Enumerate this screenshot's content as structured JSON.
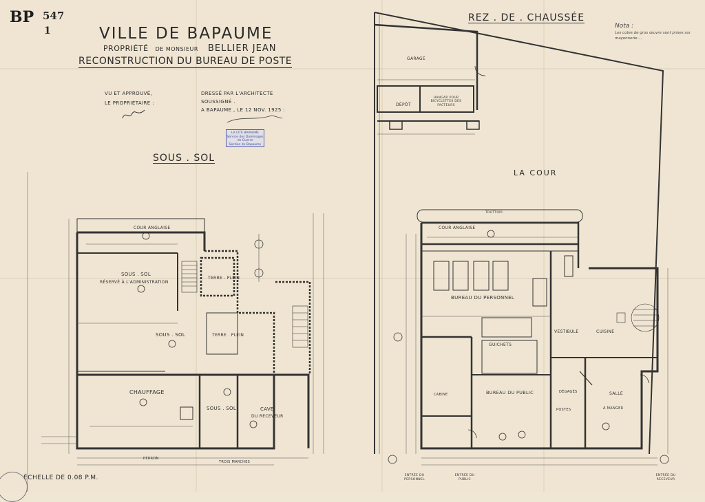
{
  "sheet": {
    "reference": "BP",
    "reference_number": "547",
    "reference_sub": "1"
  },
  "header": {
    "town": "VILLE DE BAPAUME",
    "owner_prefix": "PROPRIÉTÉ",
    "owner_mid": "DE MONSIEUR",
    "owner_name": "BELLIER JEAN",
    "project": "RECONSTRUCTION DU BUREAU DE POSTE"
  },
  "approval": {
    "line1": "VU ET APPROUVÉ,",
    "line2": "LE PROPRIÉTAIRE :"
  },
  "architect": {
    "line1": "DRESSÉ PAR L'ARCHITECTE",
    "line2": "SOUSSIGNÉ .",
    "line3": "A BAPAUME , LE 12 NOV. 1925 :"
  },
  "stamp": {
    "line1": "LA CITÉ BAPAUME",
    "line2": "Service des Dommages",
    "line3": "de Guerre",
    "line4": "Section de Bapaume"
  },
  "note": {
    "title": "Nota :",
    "line1": "Les cotes de gros œuvre sont prises sur",
    "line2": "maçonnerie ..."
  },
  "basement": {
    "title": "SOUS . SOL",
    "rooms": {
      "court": "COUR ANGLAISE",
      "sous_sol_1": "SOUS . SOL",
      "reserve": "RÉSERVÉ À L'ADMINISTRATION",
      "sous_sol_2": "SOUS . SOL",
      "terre_plein_1": "TERRE . PLEIN",
      "terre_plein_2": "TERRE . PLEIN",
      "chauffage": "CHAUFFAGE",
      "sous_sol_3": "SOUS . SOL",
      "cave": "CAVE",
      "cave_sub": "DU RECEVEUR"
    },
    "legend_a": "PERRON",
    "legend_b": "TROIS MARCHES",
    "scale": "ÉCHELLE DE 0.08 P.M."
  },
  "ground": {
    "title": "REZ . DE . CHAUSSÉE",
    "rooms": {
      "garage": "GARAGE",
      "depot": "DÉPÔT",
      "hangar": "HANGAR POUR BICYCLETTES DES FACTEURS",
      "cour": "LA COUR",
      "trottoir": "TROTTOIR",
      "court": "COUR ANGLAISE",
      "bureau_personnel": "BUREAU DU PERSONNEL",
      "guichets": "GUICHETS",
      "vestibule": "VESTIBULE",
      "cuisine": "CUISINE",
      "bureau_public": "BUREAU DU PUBLIC",
      "cabine": "CABINE",
      "degages": "DÉGAGÉS",
      "salle": "SALLE",
      "salle_sub": "À MANGER",
      "postes": "POSTES"
    },
    "entrances": {
      "personnel": "ENTRÉE DU PERSONNEL",
      "public": "ENTRÉE DU PUBLIC",
      "receveur": "ENTRÉE DU RECEVEUR"
    }
  },
  "colors": {
    "paper": "#efe5d2",
    "ink": "#2b2a2a",
    "stamp": "#5a5fa8"
  }
}
